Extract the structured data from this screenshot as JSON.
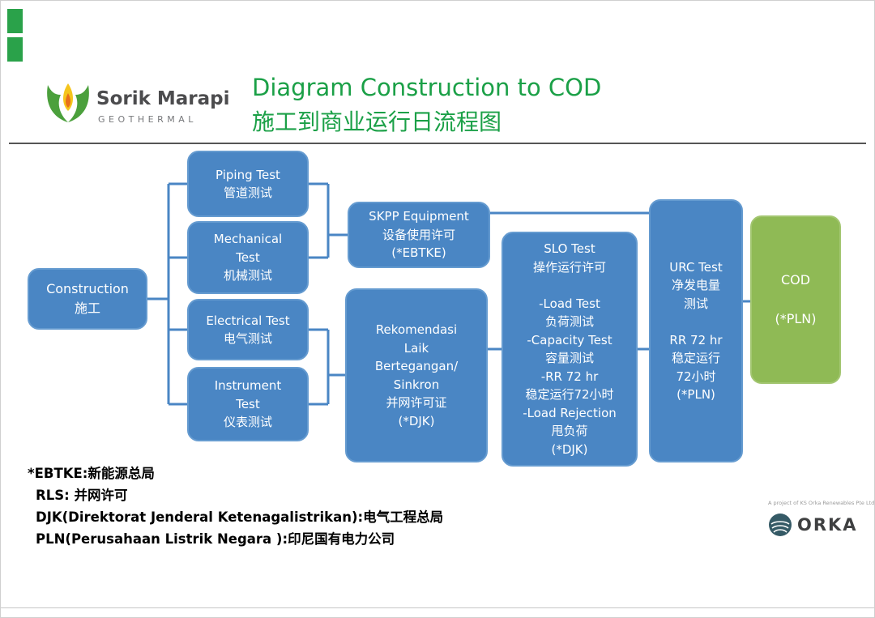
{
  "slide": {
    "logo": {
      "brand": "Sorik Marapi",
      "sub": "GEOTHERMAL"
    },
    "title": {
      "en": "Diagram Construction to COD",
      "zh": "施工到商业运行日流程图"
    },
    "footnotes": [
      "*EBTKE:新能源总局",
      "RLS: 并网许可",
      "DJK(Direktorat Jenderal Ketenagalistrikan):电气工程总局",
      "PLN(Perusahaan Listrik Negara ):印尼国有电力公司"
    ],
    "footer": {
      "project_note": "A project of KS Orka Renewables Pte Ltd.",
      "orka_label": "ORKA"
    }
  },
  "flowchart": {
    "nodes": [
      {
        "id": "construction",
        "lines": [
          "Construction",
          "施工"
        ]
      },
      {
        "id": "piping-test",
        "lines": [
          "Piping Test",
          "管道测试"
        ]
      },
      {
        "id": "mechanical-test",
        "lines": [
          "Mechanical",
          "Test",
          "机械测试"
        ]
      },
      {
        "id": "electrical-test",
        "lines": [
          "Electrical Test",
          "电气测试"
        ]
      },
      {
        "id": "instrument-test",
        "lines": [
          "Instrument",
          "Test",
          "仪表测试"
        ]
      },
      {
        "id": "skpp-equipment",
        "lines": [
          "SKPP Equipment",
          "设备使用许可",
          "(*EBTKE)"
        ]
      },
      {
        "id": "rekomendasi-laik-bertegangan-sinkron",
        "lines": [
          "Rekomendasi",
          "Laik",
          "Bertegangan/",
          "Sinkron",
          "并网许可证",
          "(*DJK)"
        ]
      },
      {
        "id": "slo-test",
        "lines": [
          "SLO Test",
          "操作运行许可",
          "",
          "-Load Test",
          "负荷测试",
          "-Capacity Test",
          "容量测试",
          "-RR 72 hr",
          "稳定运行72小时",
          "-Load Rejection",
          "甩负荷",
          "(*DJK)"
        ]
      },
      {
        "id": "urc-test",
        "lines": [
          "URC Test",
          "净发电量",
          "测试",
          "",
          "RR 72 hr",
          "稳定运行",
          "72小时",
          "(*PLN)"
        ]
      },
      {
        "id": "cod",
        "lines": [
          "COD",
          "",
          "(*PLN)"
        ]
      }
    ]
  },
  "colors": {
    "node_blue": "#4a86c4",
    "node_green": "#8fba55",
    "title_green": "#1ba047",
    "connector": "#4a86c4",
    "accent_green": "#2aa24a"
  }
}
